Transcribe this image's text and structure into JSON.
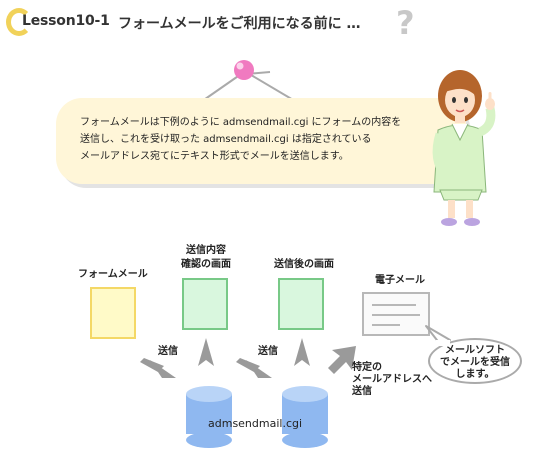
{
  "header": {
    "lesson": "Lesson10-1",
    "title": "フォームメールをご利用になる前に …"
  },
  "intro": {
    "lines": [
      "フォームメールは下例のように admsendmail.cgi にフォームの内容を",
      "送信し、これを受け取った admsendmail.cgi は指定されている",
      "メールアドレス宛てにテキスト形式でメールを送信します。"
    ]
  },
  "diagram": {
    "form_mail": "フォームメール",
    "confirm_line1": "送信内容",
    "confirm_line2": "確認の画面",
    "after_send": "送信後の画面",
    "email": "電子メール",
    "send1": "送信",
    "send2": "送信",
    "to_line1": "特定の",
    "to_line2": "メールアドレスへ",
    "to_line3": "送信",
    "mail_soft_line1": "メールソフト",
    "mail_soft_line2": "でメールを受信",
    "mail_soft_line3": "します。",
    "cgi_label": "admsendmail.cgi"
  },
  "colors": {
    "bubble_bg": "#fff6d8",
    "doc_yellow": "#fffac8",
    "doc_green": "#d9f7de",
    "cylinder": "#8fb8f0",
    "arrow": "#9a9a9a"
  }
}
